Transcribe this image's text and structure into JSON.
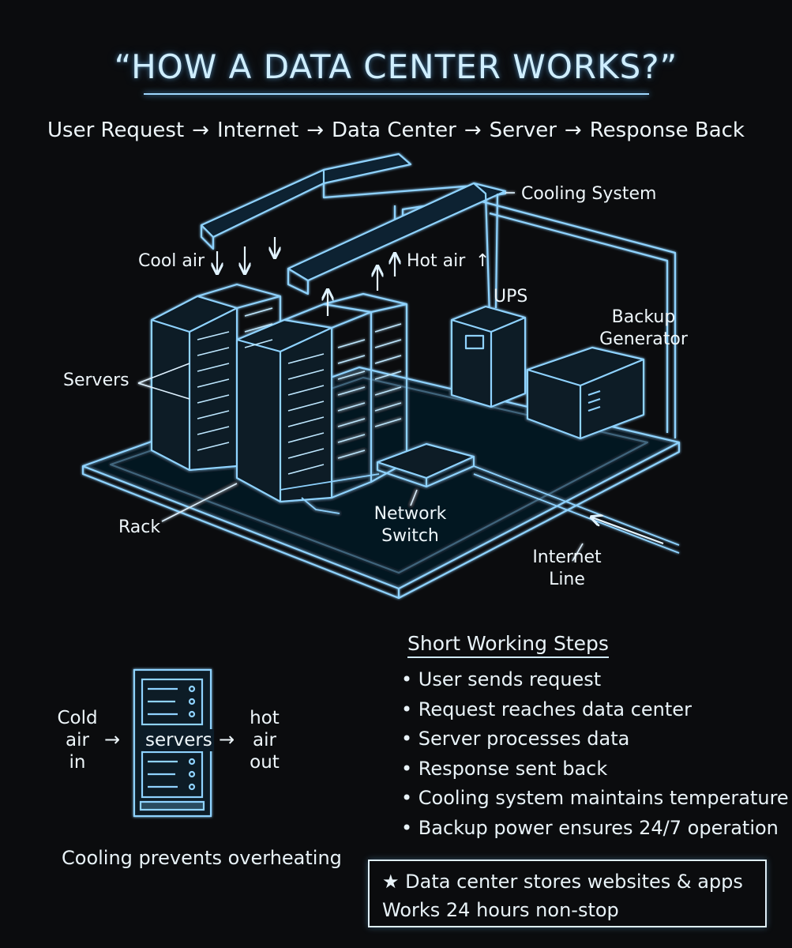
{
  "title": "“HOW A DATA CENTER WORKS?”",
  "flow": [
    "User Request",
    "Internet",
    "Data Center",
    "Server",
    "Response Back"
  ],
  "flow_arrow": "→",
  "labels": {
    "cooling_system": "Cooling System",
    "cool_air": "Cool air",
    "hot_air": "Hot air",
    "ups": "UPS",
    "backup_generator_1": "Backup",
    "backup_generator_2": "Generator",
    "servers": "Servers",
    "rack": "Rack",
    "network_switch_1": "Network",
    "network_switch_2": "Switch",
    "internet_line_1": "Internet",
    "internet_line_2": "Line"
  },
  "airflow": {
    "cold_1": "Cold",
    "cold_2": "air",
    "cold_3": "in",
    "servers": "servers",
    "hot_1": "hot",
    "hot_2": "air",
    "hot_3": "out",
    "arrow": "→",
    "caption": "Cooling prevents overheating"
  },
  "steps": {
    "title": "Short Working Steps",
    "items": [
      "User sends request",
      "Request reaches data center",
      "Server processes data",
      "Response sent back",
      "Cooling system maintains temperature",
      "Backup power ensures 24/7 operation"
    ]
  },
  "note": {
    "line1": "Data center stores websites & apps",
    "line2": "Works 24 hours non-stop",
    "star": "★"
  },
  "colors": {
    "line": "#8fd3ff",
    "glow": "#3aa6ff",
    "background": "#0b0c0e"
  }
}
